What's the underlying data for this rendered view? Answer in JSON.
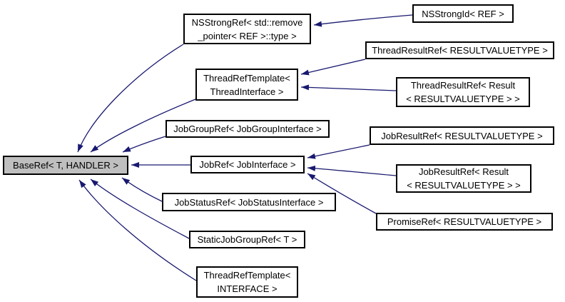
{
  "diagram": {
    "type": "class-inheritance-graph",
    "colors": {
      "edge": "#191970",
      "node_border": "#000000",
      "node_fill": "#ffffff",
      "highlight_fill": "#bfbfbf",
      "background": "#ffffff"
    },
    "nodes": [
      {
        "id": "baseref",
        "label": "BaseRef< T, HANDLER >",
        "highlighted": true
      },
      {
        "id": "nsstrongref",
        "label": "NSStrongRef< std::remove\n_pointer< REF >::type >",
        "highlighted": false
      },
      {
        "id": "nsstrongid",
        "label": "NSStrongId< REF >",
        "highlighted": false
      },
      {
        "id": "threadreftemplate-threadinterface",
        "label": "ThreadRefTemplate<\nThreadInterface >",
        "highlighted": false
      },
      {
        "id": "threadresultref",
        "label": "ThreadResultRef< RESULTVALUETYPE >",
        "highlighted": false
      },
      {
        "id": "threadresultref-result",
        "label": "ThreadResultRef< Result\n< RESULTVALUETYPE > >",
        "highlighted": false
      },
      {
        "id": "jobgroupref",
        "label": "JobGroupRef< JobGroupInterface >",
        "highlighted": false
      },
      {
        "id": "jobref",
        "label": "JobRef< JobInterface >",
        "highlighted": false
      },
      {
        "id": "jobresultref",
        "label": "JobResultRef< RESULTVALUETYPE >",
        "highlighted": false
      },
      {
        "id": "jobresultref-result",
        "label": "JobResultRef< Result\n< RESULTVALUETYPE > >",
        "highlighted": false
      },
      {
        "id": "jobstatusref",
        "label": "JobStatusRef< JobStatusInterface >",
        "highlighted": false
      },
      {
        "id": "promiseref",
        "label": "PromiseRef< RESULTVALUETYPE >",
        "highlighted": false
      },
      {
        "id": "staticjobgroupref",
        "label": "StaticJobGroupRef< T >",
        "highlighted": false
      },
      {
        "id": "threadreftemplate-interface",
        "label": "ThreadRefTemplate<\nINTERFACE >",
        "highlighted": false
      }
    ],
    "edges": [
      {
        "from": "nsstrongref",
        "to": "baseref"
      },
      {
        "from": "threadreftemplate-threadinterface",
        "to": "baseref"
      },
      {
        "from": "jobgroupref",
        "to": "baseref"
      },
      {
        "from": "jobref",
        "to": "baseref"
      },
      {
        "from": "jobstatusref",
        "to": "baseref"
      },
      {
        "from": "staticjobgroupref",
        "to": "baseref"
      },
      {
        "from": "threadreftemplate-interface",
        "to": "baseref"
      },
      {
        "from": "nsstrongid",
        "to": "nsstrongref"
      },
      {
        "from": "threadresultref",
        "to": "threadreftemplate-threadinterface"
      },
      {
        "from": "threadresultref-result",
        "to": "threadreftemplate-threadinterface"
      },
      {
        "from": "jobresultref",
        "to": "jobref"
      },
      {
        "from": "jobresultref-result",
        "to": "jobref"
      },
      {
        "from": "promiseref",
        "to": "jobref"
      }
    ]
  }
}
